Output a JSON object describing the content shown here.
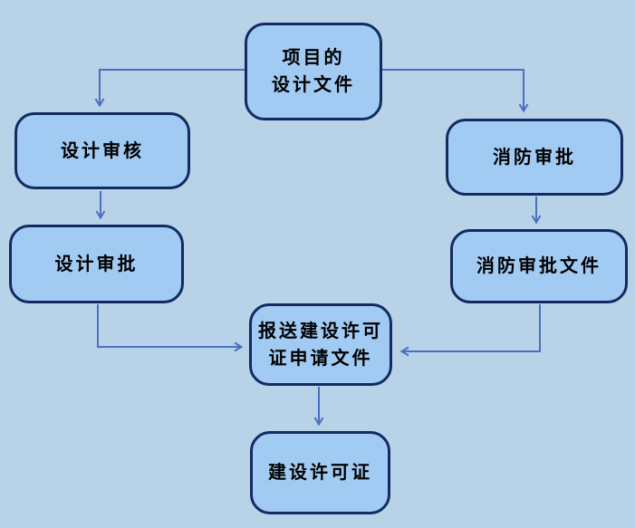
{
  "diagram": {
    "type": "flowchart",
    "nodes": {
      "project_design_docs": {
        "label": "项目的\n设计文件"
      },
      "design_review": {
        "label": "设计审核"
      },
      "design_approval": {
        "label": "设计审批"
      },
      "fire_approval": {
        "label": "消防审批"
      },
      "fire_approval_docs": {
        "label": "消防审批文件"
      },
      "submit_permit_application": {
        "label": "报送建设许可\n证申请文件"
      },
      "construction_permit": {
        "label": "建设许可证"
      }
    },
    "edges": [
      {
        "from": "project_design_docs",
        "to": "design_review"
      },
      {
        "from": "project_design_docs",
        "to": "fire_approval"
      },
      {
        "from": "design_review",
        "to": "design_approval"
      },
      {
        "from": "fire_approval",
        "to": "fire_approval_docs"
      },
      {
        "from": "design_approval",
        "to": "submit_permit_application"
      },
      {
        "from": "fire_approval_docs",
        "to": "submit_permit_application"
      },
      {
        "from": "submit_permit_application",
        "to": "construction_permit"
      }
    ],
    "colors": {
      "background": "#b8d2e8",
      "node_fill": "#a2cbf4",
      "node_border": "#132a63",
      "arrow": "#4a70c2",
      "text": "#000000"
    }
  }
}
